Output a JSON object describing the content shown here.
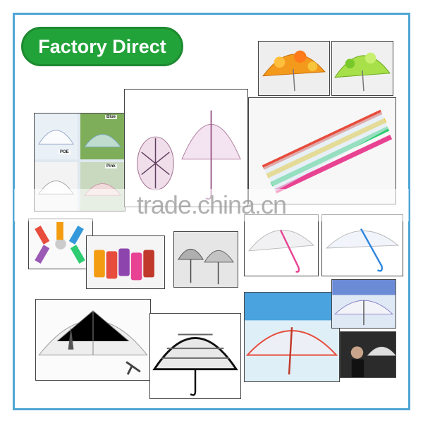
{
  "banner": {
    "label": "Factory Direct"
  },
  "watermark": {
    "text": "trade.china.cn"
  },
  "photo_tags": {
    "poe": "POE",
    "blue": "Blue",
    "pink": "Pink"
  },
  "colors": {
    "frame": "#4fa6d6",
    "banner_bg": "#22a33a",
    "banner_text": "#ffffff"
  },
  "icons": [
    "umbrella-icon"
  ]
}
